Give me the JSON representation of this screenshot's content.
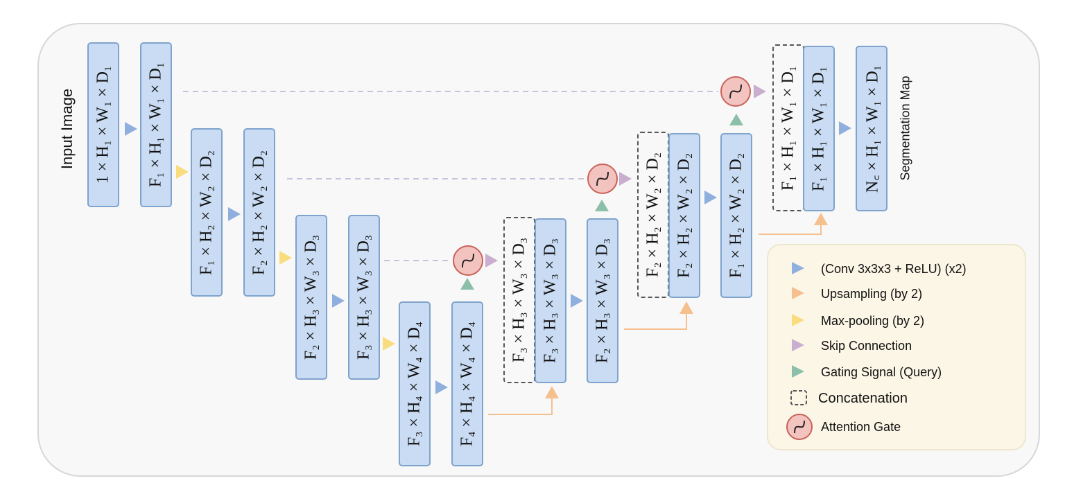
{
  "labels": {
    "input": "Input Image",
    "output": "Segmentation Map"
  },
  "blocks": [
    {
      "id": "b1",
      "label": "1 × H₁ × W₁ × D₁"
    },
    {
      "id": "b2",
      "label": "F₁ × H₁ × W₁ × D₁"
    },
    {
      "id": "b3",
      "label": "F₁ × H₂ × W₂ × D₂"
    },
    {
      "id": "b4",
      "label": "F₂ × H₂ × W₂ × D₂"
    },
    {
      "id": "b5",
      "label": "F₂ × H₃ × W₃ × D₃"
    },
    {
      "id": "b6",
      "label": "F₃ × H₃ × W₃ × D₃"
    },
    {
      "id": "b7",
      "label": "F₃ × H₄ × W₄ × D₄"
    },
    {
      "id": "b8",
      "label": "F₄ × H₄ × W₄ × D₄"
    },
    {
      "id": "b9",
      "label": "F₃ × H₃ × W₃ × D₃"
    },
    {
      "id": "b10",
      "label": "F₃ × H₃ × W₃ × D₃"
    },
    {
      "id": "b11",
      "label": "F₂ × H₃ × W₃ × D₃"
    },
    {
      "id": "b12",
      "label": "F₂ × H₂ × W₂ × D₂"
    },
    {
      "id": "b13",
      "label": "F₂ × H₂ × W₂ × D₂"
    },
    {
      "id": "b14",
      "label": "F₁ × H₂ × W₂ × D₂"
    },
    {
      "id": "b15",
      "label": "F₁ × H₁ × W₁ × D₁"
    },
    {
      "id": "b16",
      "label": "F₁ × H₁ × W₁ × D₁"
    },
    {
      "id": "b17",
      "label": "N꜀ × H₁ × W₁ × D₁"
    }
  ],
  "legend": {
    "conv": "(Conv 3x3x3 + ReLU) (x2)",
    "upsampling": "Upsampling (by 2)",
    "maxpool": "Max-pooling (by 2)",
    "skip": "Skip Connection",
    "gating": "Gating Signal (Query)",
    "concat": "Concatenation",
    "attention": "Attention Gate"
  },
  "colors": {
    "block_fill": "#c9dcf3",
    "block_border": "#7ea3cc",
    "conv": "#8fb0de",
    "upsampling": "#f5c08e",
    "maxpool": "#f9dc7e",
    "skip": "#c9aed0",
    "gating": "#8cbfaa",
    "attention_fill": "#f3c3bf",
    "attention_border": "#c9625a",
    "legend_bg": "#fbf6e6"
  }
}
